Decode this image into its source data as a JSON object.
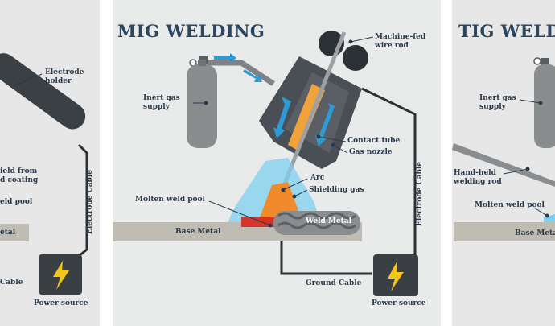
{
  "left": {
    "electrode_holder": "Electrode\nholder",
    "shield": "ield from\nd coating",
    "weld_pool": "eld pool",
    "metal": "etal",
    "electrode_cable": "Electrode Cable",
    "cable": "Cable",
    "power_source": "Power source"
  },
  "center": {
    "title": "MIG WELDING",
    "machine_fed": "Machine-fed\nwire rod",
    "inert_gas": "Inert gas\nsupply",
    "contact_tube": "Contact tube",
    "gas_nozzle": "Gas nozzle",
    "arc": "Arc",
    "shielding_gas": "Shielding gas",
    "molten_pool": "Molten weld pool",
    "weld_metal": "Weld Metal",
    "base_metal": "Base Metal",
    "electrode_cable": "Electrode Cable",
    "ground_cable": "Ground Cable",
    "power_source": "Power source"
  },
  "right": {
    "title": "TIG WELD",
    "inert_gas": "Inert gas\nsupply",
    "hand_held": "Hand-held\nwelding rod",
    "molten_pool": "Molten weld pool",
    "base_metal": "Base Metal"
  },
  "colors": {
    "title": "#2a4660",
    "arrow_blue": "#2e9ad6",
    "cylinder": "#898d8e",
    "nozzle": "#4a4f55",
    "contact_tube": "#f2a23a",
    "weld_pool": "#d7261e",
    "shield_gas": "#7ed0ef",
    "base_metal": "#bfbcb3",
    "power_box": "#3a3f44",
    "bolt": "#f5c518"
  }
}
